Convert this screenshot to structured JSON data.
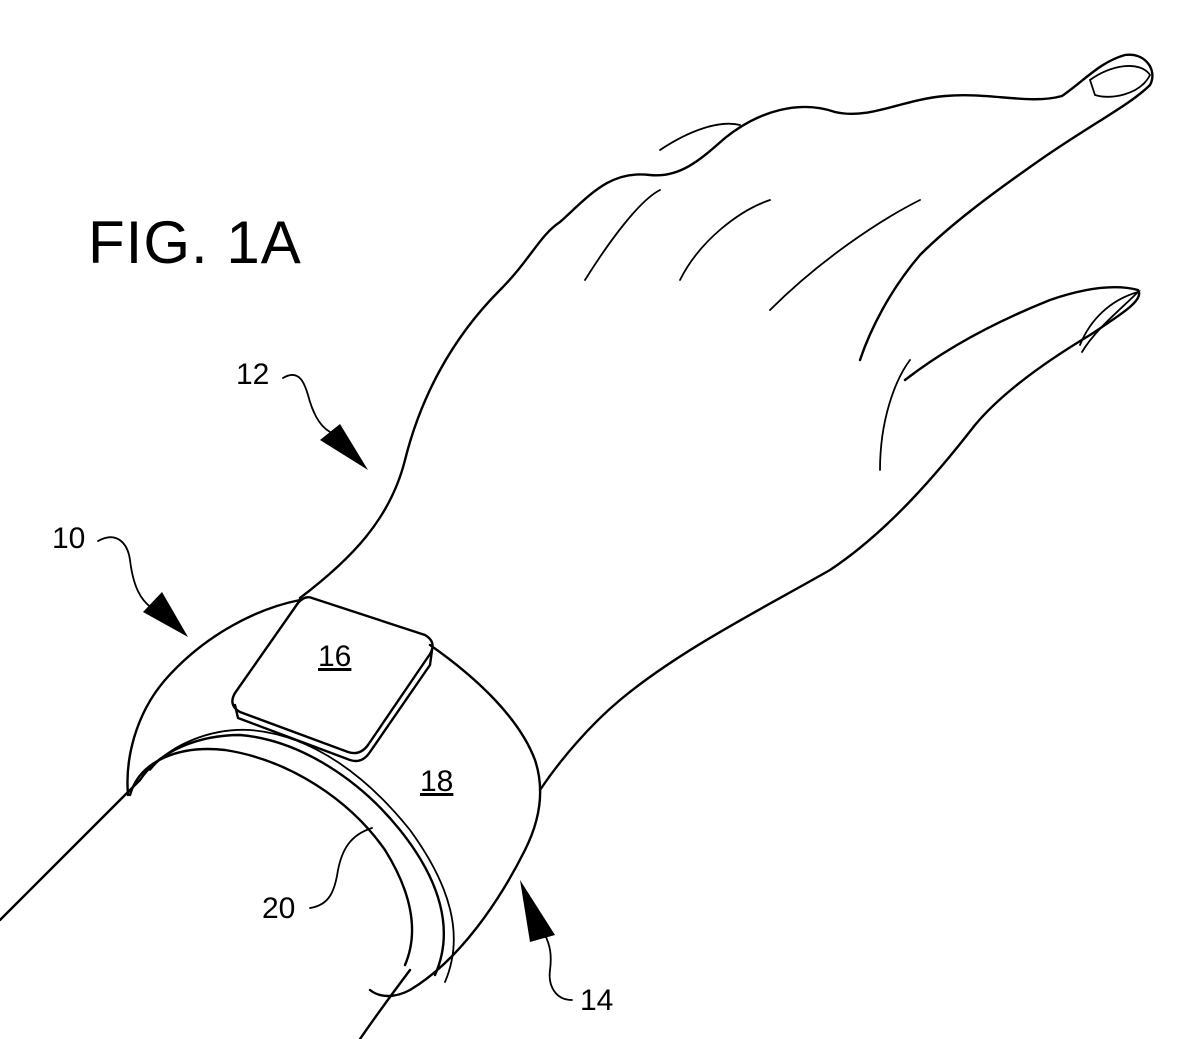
{
  "figure": {
    "title": "FIG. 1A",
    "refs": {
      "device": "10",
      "hand": "12",
      "wrist_underside": "14",
      "module": "16",
      "band": "18",
      "inner_surface": "20"
    }
  }
}
